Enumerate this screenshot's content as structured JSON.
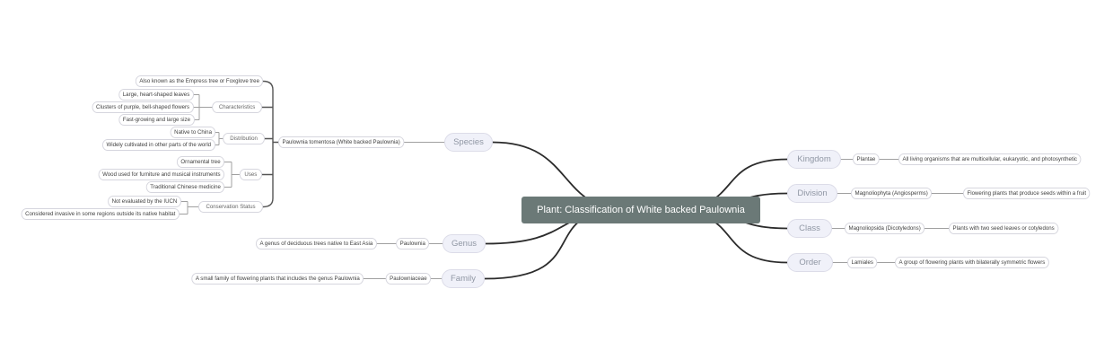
{
  "map": {
    "central": "Plant: Classification of White backed Paulownia",
    "left": {
      "species": {
        "label": "Species",
        "binomial": "Paulownia tomentosa (White backed Paulownia)",
        "also_known": "Also known as the Empress tree or Foxglove tree",
        "characteristics": {
          "label": "Characteristics",
          "items": [
            "Large, heart-shaped leaves",
            "Clusters of purple, bell-shaped flowers",
            "Fast-growing and large size"
          ]
        },
        "distribution": {
          "label": "Distribution",
          "items": [
            "Native to China",
            "Widely cultivated in other parts of the world"
          ]
        },
        "uses": {
          "label": "Uses",
          "items": [
            "Ornamental tree",
            "Wood used for furniture and musical instruments",
            "Traditional Chinese medicine"
          ]
        },
        "conservation": {
          "label": "Conservation Status",
          "items": [
            "Not evaluated by the IUCN",
            "Considered invasive in some regions outside its native habitat"
          ]
        }
      },
      "genus": {
        "label": "Genus",
        "value": "Paulownia",
        "description": "A genus of deciduous trees native to East Asia"
      },
      "family": {
        "label": "Family",
        "value": "Paulowniaceae",
        "description": "A small family of flowering plants that includes the genus Paulownia"
      }
    },
    "right": {
      "kingdom": {
        "label": "Kingdom",
        "value": "Plantae",
        "description": "All living organisms that are multicellular, eukaryotic, and photosynthetic"
      },
      "division": {
        "label": "Division",
        "value": "Magnoliophyta (Angiosperms)",
        "description": "Flowering plants that produce seeds within a fruit"
      },
      "class": {
        "label": "Class",
        "value": "Magnoliopsida (Dicotyledons)",
        "description": "Plants with two seed leaves or cotyledons"
      },
      "order": {
        "label": "Order",
        "value": "Lamiales",
        "description": "A group of flowering plants with bilaterally symmetric flowers"
      }
    },
    "colors": {
      "central_bg": "#6b7977",
      "central_text": "#ffffff",
      "branch_bg": "#f0f1f9",
      "branch_border": "#dcdce8",
      "branch_text": "#9097a4",
      "leaf_bg": "#ffffff",
      "leaf_border": "#d6d6de",
      "leaf_text": "#3f3f3f",
      "link_main": "#2b2b2b",
      "link_spine": "#555555",
      "link_minor": "#a0a0a0"
    }
  }
}
